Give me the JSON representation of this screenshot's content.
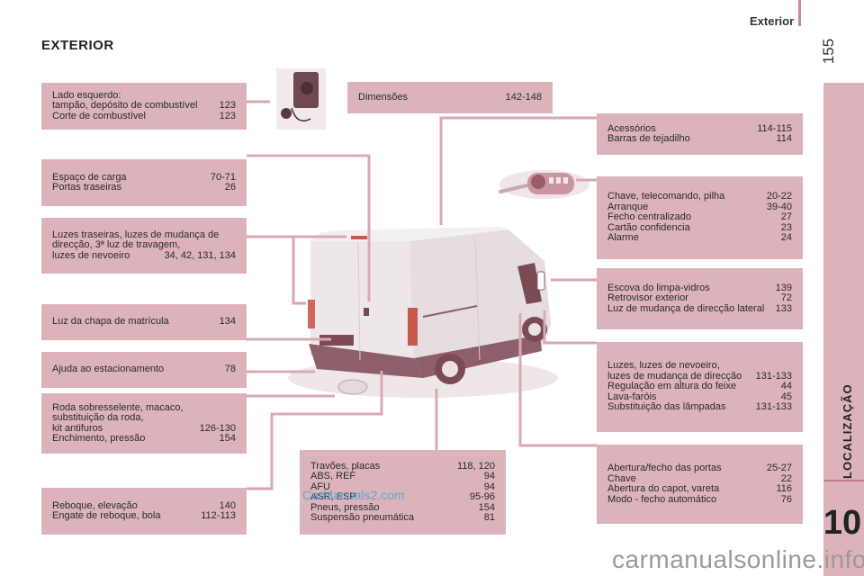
{
  "header": {
    "section": "Exterior",
    "page_number": "155"
  },
  "sidebar": {
    "chapter_label": "LOCALIZAÇÃO",
    "chapter_number": "10"
  },
  "page_title": "EXTERIOR",
  "colors": {
    "box_fill": "#dcb3ba",
    "leader_line": "#d9a9b2",
    "accent": "#c48a96"
  },
  "left_boxes": [
    {
      "id": "fuel",
      "rows": [
        {
          "label": "Lado esquerdo:",
          "pages": ""
        },
        {
          "label": "tampão, depósito de combustível",
          "pages": "123"
        },
        {
          "label": "Corte de combustível",
          "pages": "123"
        }
      ]
    },
    {
      "id": "cargo",
      "rows": [
        {
          "label": "Espaço de carga",
          "pages": "70-71"
        },
        {
          "label": "Portas traseiras",
          "pages": "26"
        }
      ]
    },
    {
      "id": "rear-lights",
      "rows": [
        {
          "label": "Luzes traseiras, luzes de mudança de",
          "pages": ""
        },
        {
          "label": "direcção, 3ª luz de travagem,",
          "pages": ""
        },
        {
          "label": "luzes de nevoeiro",
          "pages": "34, 42, 131, 134"
        }
      ]
    },
    {
      "id": "plate-light",
      "rows": [
        {
          "label": "Luz da chapa de matrícula",
          "pages": "134"
        }
      ]
    },
    {
      "id": "parking",
      "rows": [
        {
          "label": "Ajuda ao estacionamento",
          "pages": "78"
        }
      ]
    },
    {
      "id": "spare-wheel",
      "rows": [
        {
          "label": "Roda sobresselente, macaco,",
          "pages": ""
        },
        {
          "label": "substituição da roda,",
          "pages": ""
        },
        {
          "label": "kit antifuros",
          "pages": "126-130"
        },
        {
          "label": "Enchimento, pressão",
          "pages": "154"
        }
      ]
    },
    {
      "id": "towing",
      "rows": [
        {
          "label": "Reboque, elevação",
          "pages": "140"
        },
        {
          "label": "Engate de reboque, bola",
          "pages": "112-113"
        }
      ]
    }
  ],
  "center_boxes": [
    {
      "id": "dimensions",
      "rows": [
        {
          "label": "Dimensões",
          "pages": "142-148"
        }
      ]
    },
    {
      "id": "brakes",
      "rows": [
        {
          "label": "Travões, placas",
          "pages": "118, 120"
        },
        {
          "label": "ABS, REF",
          "pages": "94"
        },
        {
          "label": "AFU",
          "pages": "94"
        },
        {
          "label": "ASR, ESP",
          "pages": "95-96"
        },
        {
          "label": "Pneus, pressão",
          "pages": "154"
        },
        {
          "label": "Suspensão pneumática",
          "pages": "81"
        }
      ]
    }
  ],
  "right_boxes": [
    {
      "id": "accessories",
      "rows": [
        {
          "label": "Acessórios",
          "pages": "114-115"
        },
        {
          "label": "Barras de tejadilho",
          "pages": "114"
        }
      ]
    },
    {
      "id": "key",
      "rows": [
        {
          "label": "Chave, telecomando, pilha",
          "pages": "20-22"
        },
        {
          "label": "Arranque",
          "pages": "39-40"
        },
        {
          "label": "Fecho centralizado",
          "pages": "27"
        },
        {
          "label": "Cartão confidencia",
          "pages": "23"
        },
        {
          "label": "Alarme",
          "pages": "24"
        }
      ]
    },
    {
      "id": "wiper",
      "rows": [
        {
          "label": "Escova do limpa-vidros",
          "pages": "139"
        },
        {
          "label": "Retrovisor exterior",
          "pages": "72"
        },
        {
          "label": "Luz de mudança de direcção lateral",
          "pages": "133"
        }
      ]
    },
    {
      "id": "front-lights",
      "rows": [
        {
          "label": "Luzes, luzes de nevoeiro,",
          "pages": ""
        },
        {
          "label": "luzes de mudança de direcção",
          "pages": "131-133"
        },
        {
          "label": "Regulação em altura do feixe",
          "pages": "44"
        },
        {
          "label": "Lava-faróis",
          "pages": "45"
        },
        {
          "label": "Substituição das lâmpadas",
          "pages": "131-133"
        }
      ]
    },
    {
      "id": "doors",
      "rows": [
        {
          "label": "Abertura/fecho das portas",
          "pages": "25-27"
        },
        {
          "label": "Chave",
          "pages": "22"
        },
        {
          "label": "Abertura do capot, vareta",
          "pages": "116"
        },
        {
          "label": "Modo - fecho automático",
          "pages": "76"
        }
      ]
    }
  ],
  "watermarks": {
    "mid": "CarManuals2.com",
    "bottom": "carmanualsonline.info"
  }
}
